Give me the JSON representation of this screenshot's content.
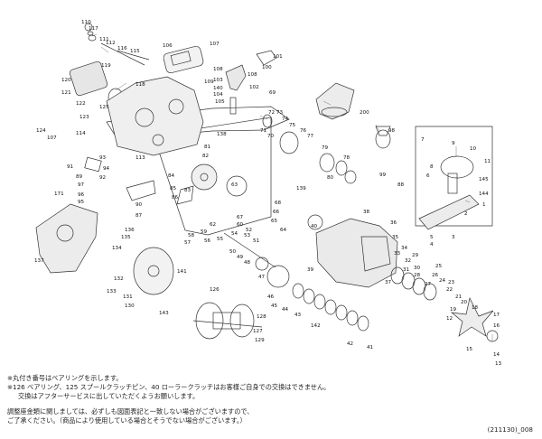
{
  "diagram": {
    "labels": {
      "l110": "110",
      "l117": "117",
      "l111": "111",
      "l112": "112",
      "l116": "116",
      "l115": "115",
      "l119": "119",
      "l120": "120",
      "l118": "118",
      "l121": "121",
      "l122": "122",
      "l125": "125",
      "l123": "123",
      "l124": "124",
      "l107a": "107",
      "l114": "114",
      "l113": "113",
      "l106": "106",
      "l107b": "107",
      "l108a": "108",
      "l109": "109",
      "l103": "103",
      "l140": "140",
      "l104": "104",
      "l105": "105",
      "l101": "101",
      "l100": "100",
      "l102": "102",
      "l108b": "108",
      "l200": "200",
      "l98": "98",
      "l99": "99",
      "l88": "88",
      "l69": "69",
      "l72": "72",
      "l73": "73",
      "l74": "74",
      "l75": "75",
      "l71": "71",
      "l70": "70",
      "l77": "77",
      "l76": "76",
      "l79": "79",
      "l78": "78",
      "l80": "80",
      "l138": "138",
      "l81": "81",
      "l82": "82",
      "l84": "84",
      "l85": "85",
      "l86": "86",
      "l83": "83",
      "l93": "93",
      "l91": "91",
      "l89": "89",
      "l92": "92",
      "l94": "94",
      "l97": "97",
      "l96": "96",
      "l95": "95",
      "l90": "90",
      "l87": "87",
      "l171": "171",
      "l137": "137",
      "l136": "136",
      "l135": "135",
      "l134": "134",
      "l132": "132",
      "l133": "133",
      "l131": "131",
      "l130": "130",
      "l143": "143",
      "l62": "62",
      "l63": "63",
      "l68": "68",
      "l66": "66",
      "l65": "65",
      "l64": "64",
      "l67": "67",
      "l60": "60",
      "l59": "59",
      "l58": "58",
      "l57": "57",
      "l56": "56",
      "l55": "55",
      "l54": "54",
      "l53": "53",
      "l52": "52",
      "l51": "51",
      "l50": "50",
      "l49": "49",
      "l48": "48",
      "l47": "47",
      "l46": "46",
      "l45": "45",
      "l44": "44",
      "l43": "43",
      "l42": "42",
      "l41": "41",
      "l40": "40",
      "l39": "39",
      "l38": "38",
      "l37": "37",
      "l36": "36",
      "l35": "35",
      "l34": "34",
      "l33": "33",
      "l32": "32",
      "l31": "31",
      "l30": "30",
      "l29": "29",
      "l28": "28",
      "l27": "27",
      "l26": "26",
      "l25": "25",
      "l24": "24",
      "l23": "23",
      "l22": "22",
      "l21": "21",
      "l20": "20",
      "l19": "19",
      "l18": "18",
      "l17": "17",
      "l16": "16",
      "l15": "15",
      "l14": "14",
      "l13": "13",
      "l12": "12",
      "l11": "11",
      "l10": "10",
      "l9": "9",
      "l8": "8",
      "l7": "7",
      "l6": "6",
      "l5": "5",
      "l4": "4",
      "l3": "3",
      "l2": "2",
      "l1": "1",
      "l144": "144",
      "l145": "145",
      "l142": "142",
      "l126": "126",
      "l128": "128",
      "l127": "127",
      "l129": "129",
      "l139": "139",
      "l141": "141"
    }
  },
  "notes": {
    "line1": "※丸付き番号はベアリングを示します。",
    "line2": "※126 ベアリング、125 スプールクラッチピン、40 ローラークラッチはお客様ご自身での交換はできません。",
    "line3": "交換はアフターサービスに出していただくようお願いします。",
    "line4": "調整座金類に関しましては、必ずしも図面表記と一致しない場合がございますので、",
    "line5": "ご了承ください。（商品により使用している場合とそうでない場合がございます。）"
  },
  "footer": {
    "code": "(211130)_008"
  }
}
